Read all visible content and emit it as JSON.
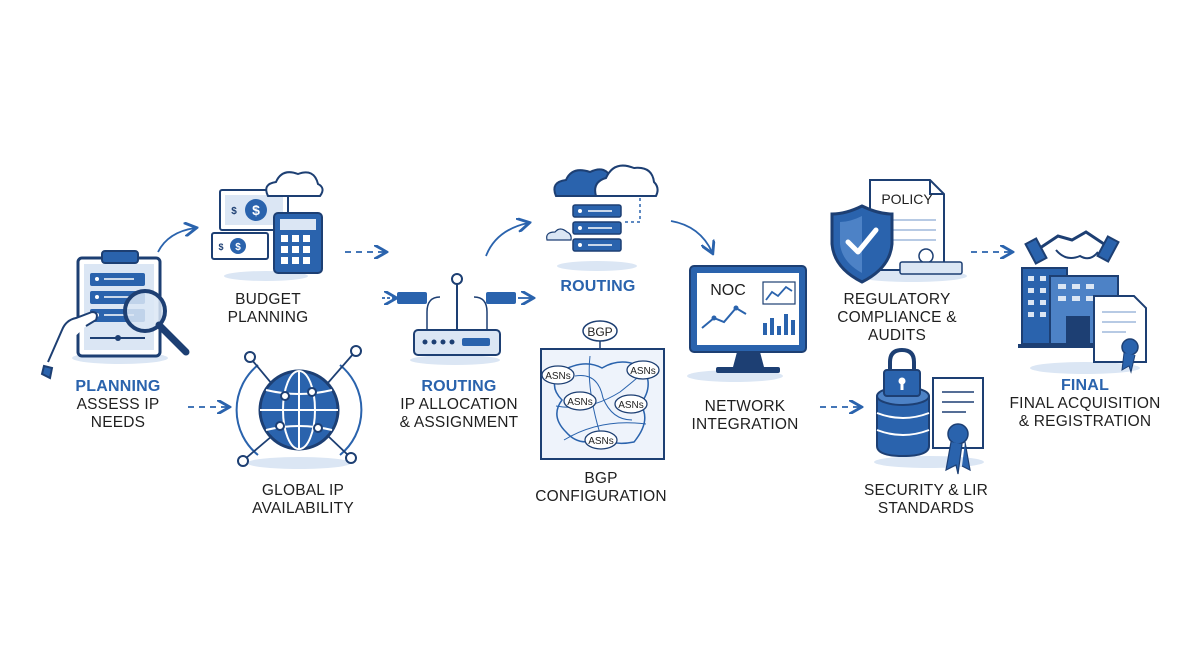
{
  "nodes": {
    "planning": {
      "heading": "PLANNING",
      "line1": "ASSESS IP",
      "line2": "NEEDS"
    },
    "budget": {
      "line1": "BUDGET",
      "line2": "PLANNING"
    },
    "global": {
      "line1": "GLOBAL IP",
      "line2": "AVAILABILITY"
    },
    "routing_alloc": {
      "heading": "ROUTING",
      "line1": "IP ALLOCATION",
      "line2": "& ASSIGNMENT"
    },
    "routing_top": {
      "heading": "ROUTING"
    },
    "bgp": {
      "badge": "BGP",
      "line1": "BGP",
      "line2": "CONFIGURATION",
      "asns": [
        "ASNs",
        "ASNs",
        "ASNs",
        "ASNs",
        "ASNs"
      ]
    },
    "network": {
      "screen": "NOC",
      "line1": "NETWORK",
      "line2": "INTEGRATION"
    },
    "regulatory": {
      "document": "POLICY",
      "line1": "REGULATORY",
      "line2": "COMPLIANCE &",
      "line3": "AUDITS"
    },
    "security": {
      "line1": "SECURITY & LIR",
      "line2": "STANDARDS"
    },
    "final": {
      "heading": "FINAL",
      "line1": "FINAL ACQUISITION",
      "line2": "& REGISTRATION"
    }
  },
  "colors": {
    "primary": "#2a63ad",
    "dark": "#1d3f73",
    "light": "#dbe6f4",
    "ink": "#1f1f1f"
  },
  "icons": [
    "clipboard-icon",
    "magnifier-icon",
    "money-icon",
    "calculator-icon",
    "cloud-icon",
    "globe-icon",
    "router-icon",
    "server-icon",
    "network-map-icon",
    "monitor-icon",
    "shield-icon",
    "policy-document-icon",
    "database-lock-icon",
    "certificate-icon",
    "building-icon",
    "handshake-icon"
  ]
}
